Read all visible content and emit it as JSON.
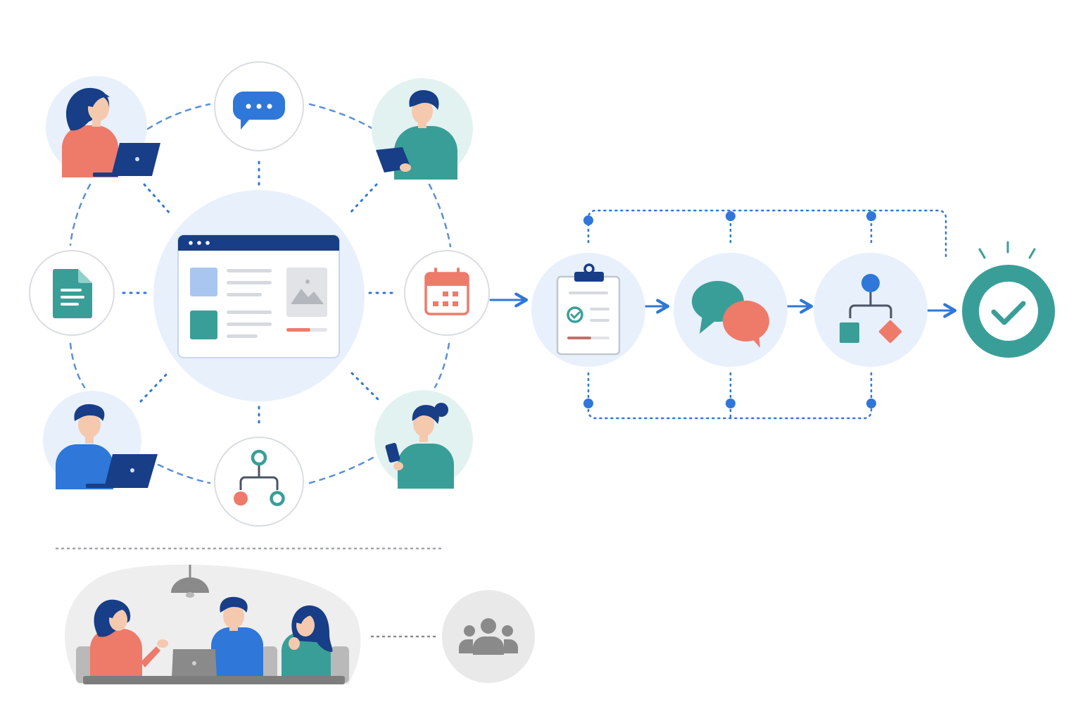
{
  "colors": {
    "background": "#ffffff",
    "primary_blue": "#2f77d8",
    "navy": "#173e86",
    "teal": "#3a9e98",
    "coral": "#ee7a6a",
    "light_blue_bg": "#e8f0fb",
    "light_teal_bg": "#e2f2f1",
    "light_gray_bg": "#eeeeee",
    "gray": "#8a8a8a",
    "connector_blue": "#5b8fdc",
    "ring_border": "#d9dde3"
  },
  "hub": {
    "people": [
      {
        "role": "person-with-laptop",
        "shirt": "coral",
        "hair": "long"
      },
      {
        "role": "person-with-tablet",
        "shirt": "teal",
        "hair": "short"
      },
      {
        "role": "person-with-laptop",
        "shirt": "blue",
        "hair": "short"
      },
      {
        "role": "person-with-phone",
        "shirt": "teal",
        "hair": "bun"
      }
    ],
    "tools": [
      {
        "icon": "chat-bubble-icon"
      },
      {
        "icon": "document-icon"
      },
      {
        "icon": "calendar-icon"
      },
      {
        "icon": "workflow-icon"
      }
    ],
    "center": {
      "icon": "browser-window-icon"
    }
  },
  "pipeline": {
    "steps": [
      {
        "icon": "clipboard-checklist-icon"
      },
      {
        "icon": "discussion-bubbles-icon"
      },
      {
        "icon": "decision-tree-icon"
      },
      {
        "icon": "approved-check-icon"
      }
    ]
  },
  "meeting": {
    "scene": "team-meeting-at-table",
    "group_icon": "people-group-icon"
  }
}
